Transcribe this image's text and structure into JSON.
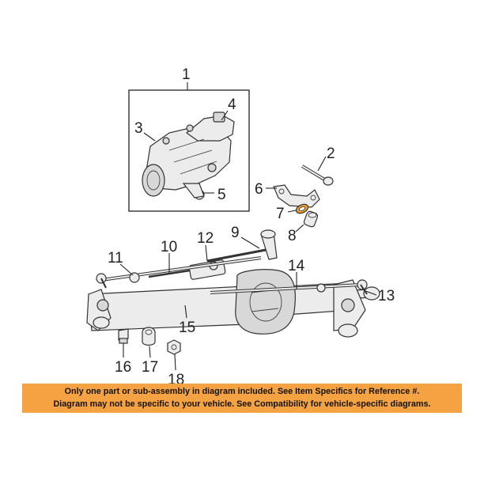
{
  "callouts": {
    "c1": "1",
    "c2": "2",
    "c3": "3",
    "c4": "4",
    "c5": "5",
    "c6": "6",
    "c7": "7",
    "c8": "8",
    "c9": "9",
    "c10": "10",
    "c11": "11",
    "c12": "12",
    "c13": "13",
    "c14": "14",
    "c15": "15",
    "c16": "16",
    "c17": "17",
    "c18": "18"
  },
  "notice": {
    "line1": "Only one part or sub-assembly in diagram included. See Item Specifics for Reference #.",
    "line2": "Diagram may not be specific to your vehicle. See Compatibility for vehicle-specific diagrams."
  },
  "colors": {
    "notice_background": "#f5a243",
    "highlighted_part": "#f0a030"
  }
}
